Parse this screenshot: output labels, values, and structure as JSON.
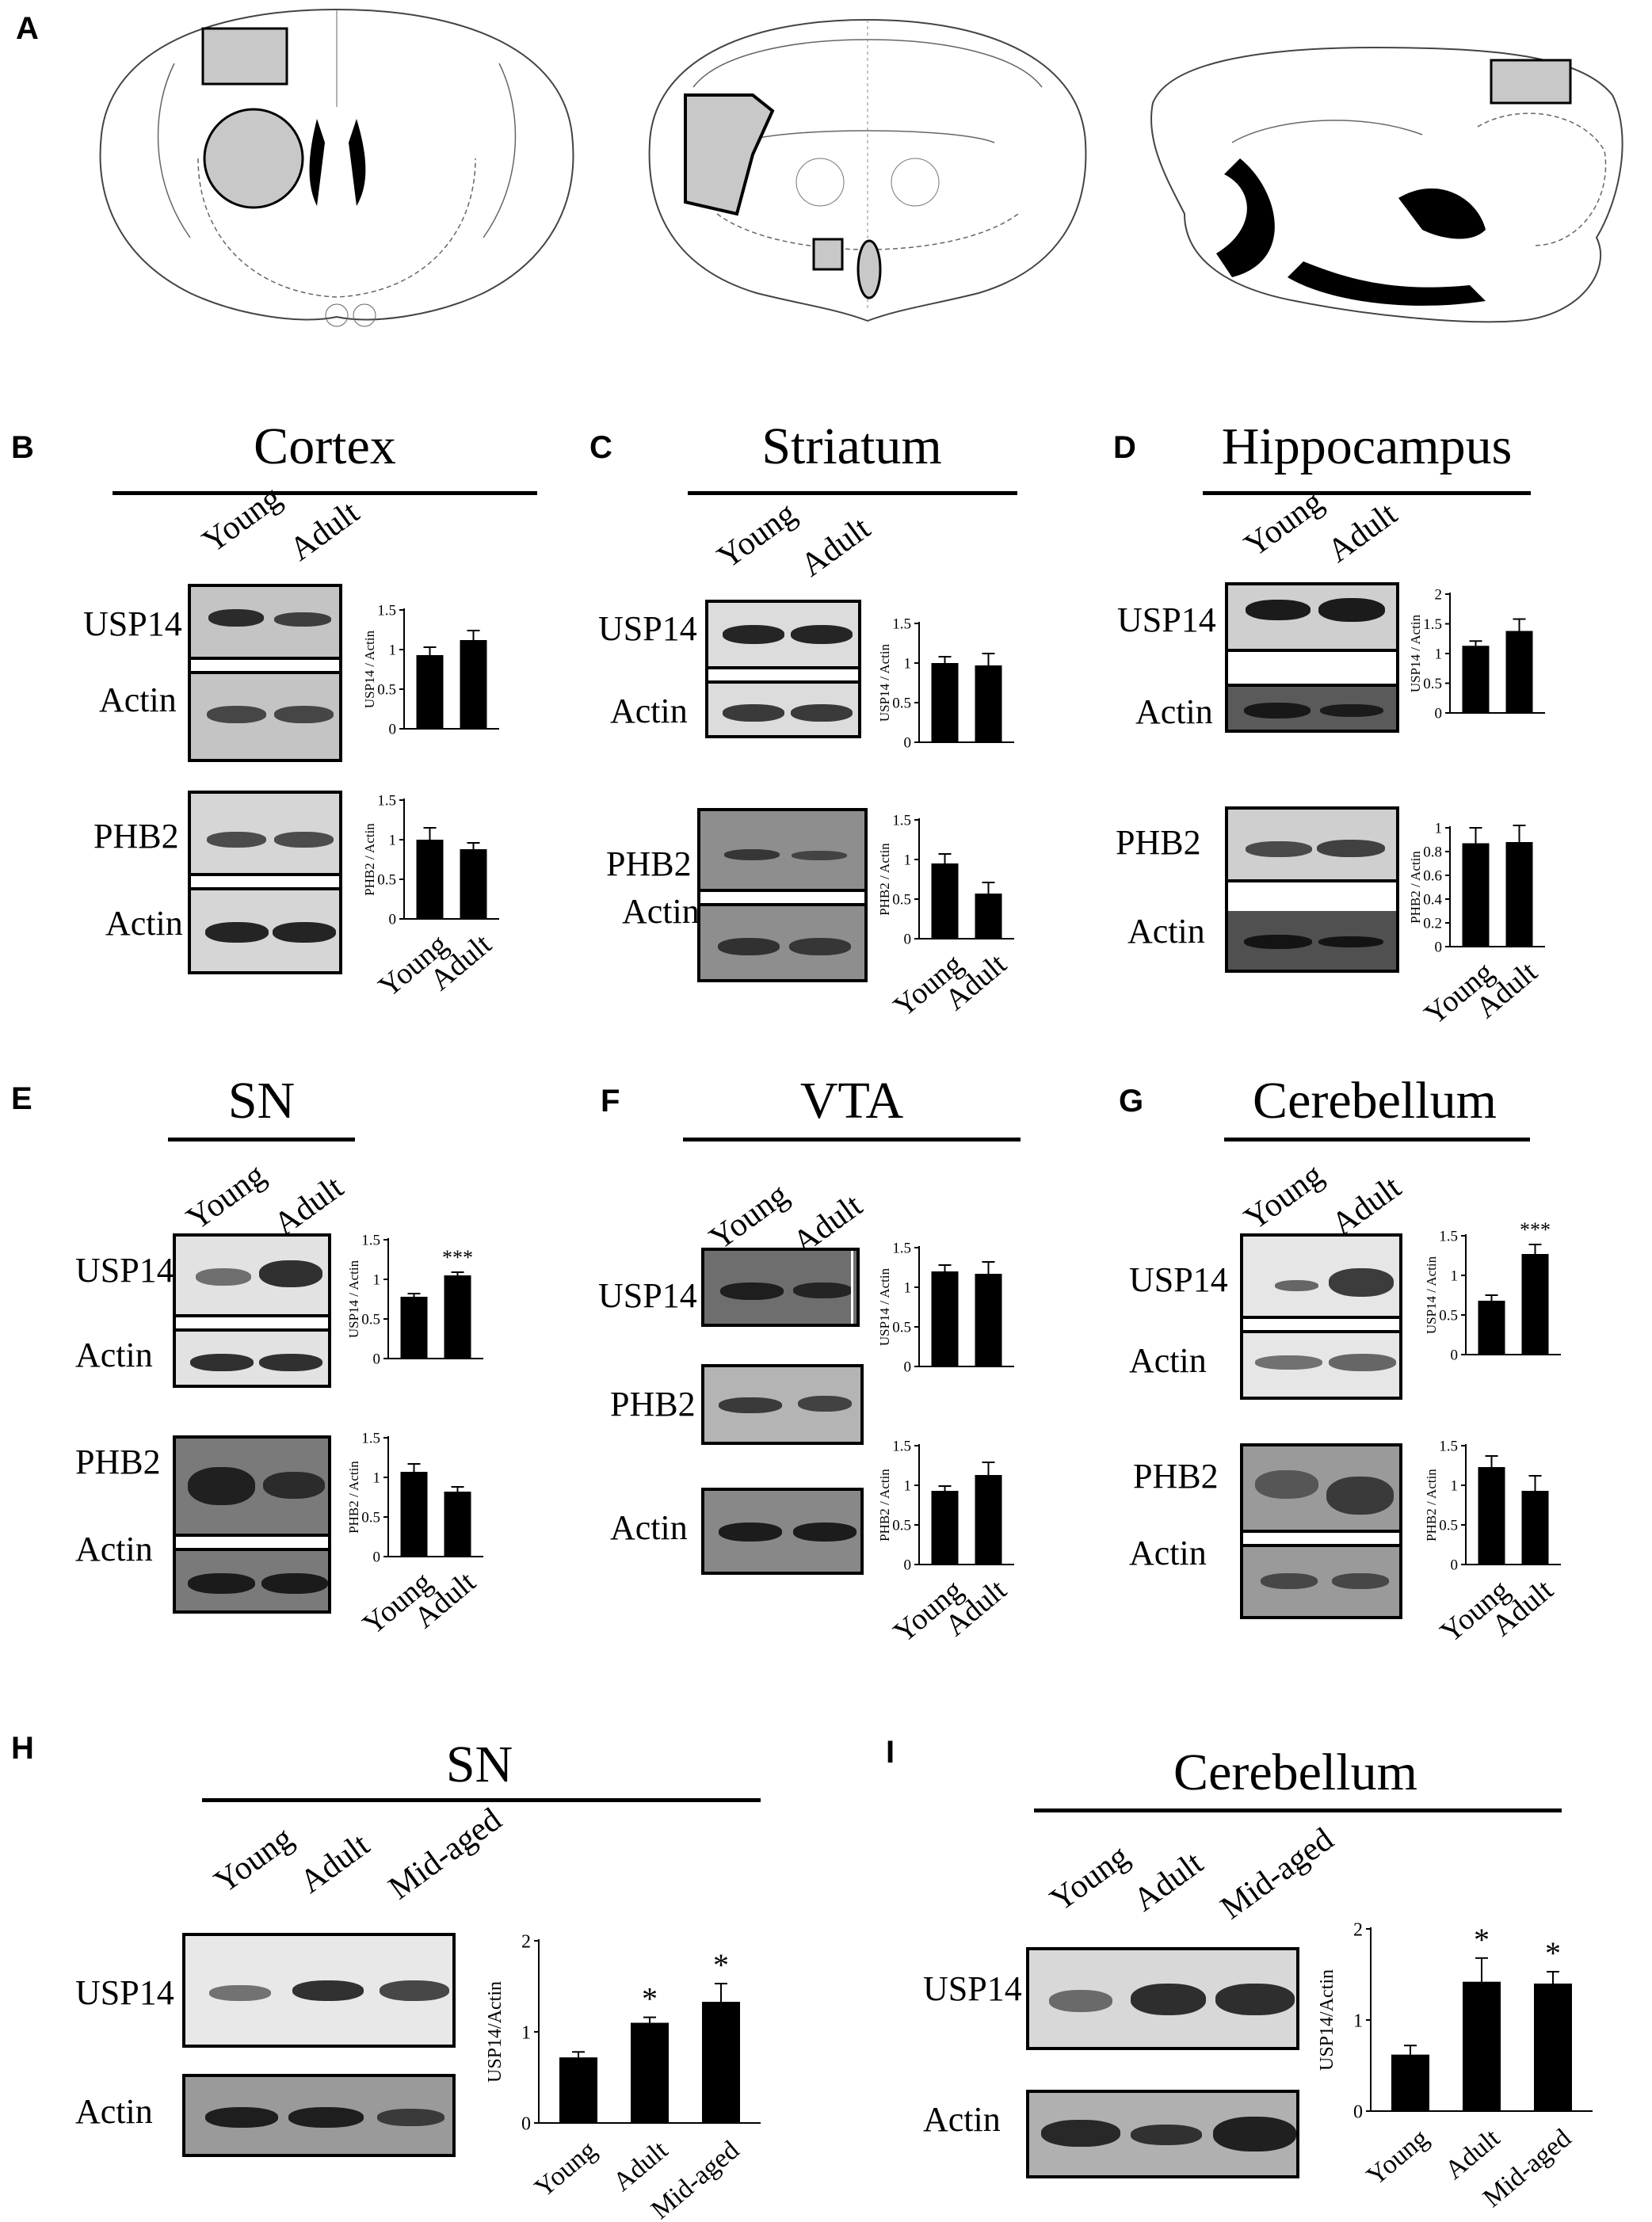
{
  "panels": {
    "A": {
      "label": "A"
    },
    "B": {
      "label": "B",
      "title": "Cortex"
    },
    "C": {
      "label": "C",
      "title": "Striatum"
    },
    "D": {
      "label": "D",
      "title": "Hippocampus"
    },
    "E": {
      "label": "E",
      "title": "SN"
    },
    "F": {
      "label": "F",
      "title": "VTA"
    },
    "G": {
      "label": "G",
      "title": "Cerebellum"
    },
    "H": {
      "label": "H",
      "title": "SN"
    },
    "I": {
      "label": "I",
      "title": "Cerebellum"
    }
  },
  "lanes2": {
    "young": "Young",
    "adult": "Adult"
  },
  "lanes3": {
    "young": "Young",
    "adult": "Adult",
    "mid": "Mid-aged"
  },
  "proteins": {
    "usp14": "USP14",
    "actin": "Actin",
    "phb2": "PHB2"
  },
  "chart_data": [
    {
      "id": "B-usp14",
      "type": "bar",
      "categories": [
        "Young",
        "Adult"
      ],
      "values": [
        0.93,
        1.12
      ],
      "errors": [
        0.1,
        0.12
      ],
      "ylabel": "USP14 / Actin",
      "ylim": [
        0,
        1.5
      ],
      "ticks": [
        "0",
        "0.5",
        "1",
        "1.5"
      ],
      "tickvals": [
        0,
        0.5,
        1,
        1.5
      ],
      "sig": [
        "",
        ""
      ],
      "show_x": false
    },
    {
      "id": "B-phb2",
      "type": "bar",
      "categories": [
        "Young",
        "Adult"
      ],
      "values": [
        1.0,
        0.88
      ],
      "errors": [
        0.15,
        0.08
      ],
      "ylabel": "PHB2 / Actin",
      "ylim": [
        0,
        1.5
      ],
      "ticks": [
        "0",
        "0.5",
        "1",
        "1.5"
      ],
      "tickvals": [
        0,
        0.5,
        1,
        1.5
      ],
      "sig": [
        "",
        ""
      ],
      "show_x": true
    },
    {
      "id": "C-usp14",
      "type": "bar",
      "categories": [
        "Young",
        "Adult"
      ],
      "values": [
        1.0,
        0.97
      ],
      "errors": [
        0.08,
        0.15
      ],
      "ylabel": "USP14 / Actin",
      "ylim": [
        0,
        1.5
      ],
      "ticks": [
        "0",
        "0.5",
        "1",
        "1.5"
      ],
      "tickvals": [
        0,
        0.5,
        1,
        1.5
      ],
      "sig": [
        "",
        ""
      ],
      "show_x": false
    },
    {
      "id": "C-phb2",
      "type": "bar",
      "categories": [
        "Young",
        "Adult"
      ],
      "values": [
        0.95,
        0.57
      ],
      "errors": [
        0.12,
        0.14
      ],
      "ylabel": "PHB2 / Actin",
      "ylim": [
        0,
        1.5
      ],
      "ticks": [
        "0",
        "0.5",
        "1",
        "1.5"
      ],
      "tickvals": [
        0,
        0.5,
        1,
        1.5
      ],
      "sig": [
        "",
        ""
      ],
      "show_x": true
    },
    {
      "id": "D-usp14",
      "type": "bar",
      "categories": [
        "Young",
        "Adult"
      ],
      "values": [
        1.13,
        1.38
      ],
      "errors": [
        0.08,
        0.2
      ],
      "ylabel": "USP14 / Actin",
      "ylim": [
        0,
        2
      ],
      "ticks": [
        "0",
        "0.5",
        "1",
        "1.5",
        "2"
      ],
      "tickvals": [
        0,
        0.5,
        1,
        1.5,
        2
      ],
      "sig": [
        "",
        ""
      ],
      "show_x": false
    },
    {
      "id": "D-phb2",
      "type": "bar",
      "categories": [
        "Young",
        "Adult"
      ],
      "values": [
        0.87,
        0.88
      ],
      "errors": [
        0.13,
        0.14
      ],
      "ylabel": "PHB2 / Actin",
      "ylim": [
        0,
        1
      ],
      "ticks": [
        "0",
        "0.2",
        "0.4",
        "0.6",
        "0.8",
        "1"
      ],
      "tickvals": [
        0,
        0.2,
        0.4,
        0.6,
        0.8,
        1
      ],
      "sig": [
        "",
        ""
      ],
      "show_x": true
    },
    {
      "id": "E-usp14",
      "type": "bar",
      "categories": [
        "Young",
        "Adult"
      ],
      "values": [
        0.78,
        1.05
      ],
      "errors": [
        0.04,
        0.04
      ],
      "ylabel": "USP14 / Actin",
      "ylim": [
        0,
        1.5
      ],
      "ticks": [
        "0",
        "0.5",
        "1",
        "1.5"
      ],
      "tickvals": [
        0,
        0.5,
        1,
        1.5
      ],
      "sig": [
        "",
        "***"
      ],
      "show_x": false
    },
    {
      "id": "E-phb2",
      "type": "bar",
      "categories": [
        "Young",
        "Adult"
      ],
      "values": [
        1.07,
        0.82
      ],
      "errors": [
        0.1,
        0.06
      ],
      "ylabel": "PHB2 / Actin",
      "ylim": [
        0,
        1.5
      ],
      "ticks": [
        "0",
        "0.5",
        "1",
        "1.5"
      ],
      "tickvals": [
        0,
        0.5,
        1,
        1.5
      ],
      "sig": [
        "",
        ""
      ],
      "show_x": true
    },
    {
      "id": "F-usp14",
      "type": "bar",
      "categories": [
        "Young",
        "Adult"
      ],
      "values": [
        1.2,
        1.17
      ],
      "errors": [
        0.08,
        0.15
      ],
      "ylabel": "USP14 / Actin",
      "ylim": [
        0,
        1.5
      ],
      "ticks": [
        "0",
        "0.5",
        "1",
        "1.5"
      ],
      "tickvals": [
        0,
        0.5,
        1,
        1.5
      ],
      "sig": [
        "",
        ""
      ],
      "show_x": false
    },
    {
      "id": "F-phb2",
      "type": "bar",
      "categories": [
        "Young",
        "Adult"
      ],
      "values": [
        0.93,
        1.13
      ],
      "errors": [
        0.06,
        0.16
      ],
      "ylabel": "PHB2 / Actin",
      "ylim": [
        0,
        1.5
      ],
      "ticks": [
        "0",
        "0.5",
        "1",
        "1.5"
      ],
      "tickvals": [
        0,
        0.5,
        1,
        1.5
      ],
      "sig": [
        "",
        ""
      ],
      "show_x": true
    },
    {
      "id": "G-usp14",
      "type": "bar",
      "categories": [
        "Young",
        "Adult"
      ],
      "values": [
        0.68,
        1.27
      ],
      "errors": [
        0.07,
        0.12
      ],
      "ylabel": "USP14 / Actin",
      "ylim": [
        0,
        1.5
      ],
      "ticks": [
        "0",
        "0.5",
        "1",
        "1.5"
      ],
      "tickvals": [
        0,
        0.5,
        1,
        1.5
      ],
      "sig": [
        "",
        "***"
      ],
      "show_x": false
    },
    {
      "id": "G-phb2",
      "type": "bar",
      "categories": [
        "Young",
        "Adult"
      ],
      "values": [
        1.23,
        0.93
      ],
      "errors": [
        0.14,
        0.19
      ],
      "ylabel": "PHB2 / Actin",
      "ylim": [
        0,
        1.5
      ],
      "ticks": [
        "0",
        "0.5",
        "1",
        "1.5"
      ],
      "tickvals": [
        0,
        0.5,
        1,
        1.5
      ],
      "sig": [
        "",
        ""
      ],
      "show_x": true
    },
    {
      "id": "H-usp14",
      "type": "bar",
      "categories": [
        "Young",
        "Adult",
        "Mid-aged"
      ],
      "values": [
        0.72,
        1.1,
        1.33
      ],
      "errors": [
        0.06,
        0.06,
        0.2
      ],
      "ylabel": "USP14/Actin",
      "ylim": [
        0,
        2
      ],
      "ticks": [
        "0",
        "1",
        "2"
      ],
      "tickvals": [
        0,
        1,
        2
      ],
      "sig": [
        "",
        "*",
        "*"
      ],
      "show_x": true
    },
    {
      "id": "I-usp14",
      "type": "bar",
      "categories": [
        "Young",
        "Adult",
        "Mid-aged"
      ],
      "values": [
        0.62,
        1.42,
        1.4
      ],
      "errors": [
        0.1,
        0.26,
        0.13
      ],
      "ylabel": "USP14/Actin",
      "ylim": [
        0,
        2
      ],
      "ticks": [
        "0",
        "1",
        "2"
      ],
      "tickvals": [
        0,
        1,
        2
      ],
      "sig": [
        "",
        "*",
        "*"
      ],
      "show_x": true
    }
  ],
  "colors": {
    "bar": "#000000",
    "region_fill": "#c8c8c8",
    "blot_bg": "#dcdcdc"
  }
}
